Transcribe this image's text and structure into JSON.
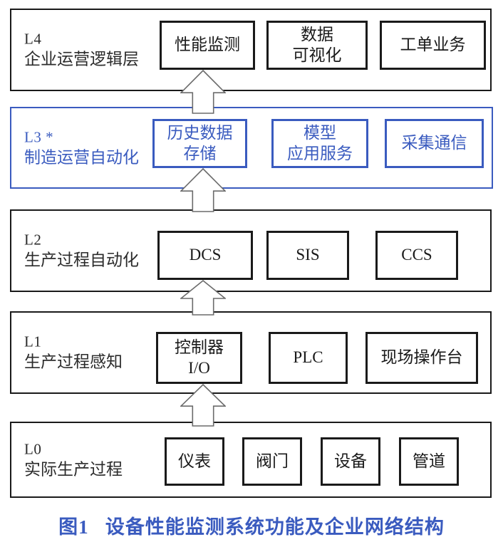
{
  "figure": {
    "caption": "图1   设备性能监测系统功能及企业网络结构",
    "accent_color": "#3a5bbf",
    "line_color": "#1a1a1a",
    "background": "#ffffff"
  },
  "layers": [
    {
      "code": "L4",
      "name": "企业运营逻辑层",
      "accent": false,
      "nodes": [
        {
          "label": "性能监测"
        },
        {
          "label": "数据\n可视化"
        },
        {
          "label": "工单业务"
        }
      ]
    },
    {
      "code": "L3 *",
      "name": "制造运营自动化",
      "accent": true,
      "nodes": [
        {
          "label": "历史数据\n存储"
        },
        {
          "label": "模型\n应用服务"
        },
        {
          "label": "采集通信"
        }
      ]
    },
    {
      "code": "L2",
      "name": "生产过程自动化",
      "accent": false,
      "nodes": [
        {
          "label": "DCS"
        },
        {
          "label": "SIS"
        },
        {
          "label": "CCS"
        }
      ]
    },
    {
      "code": "L1",
      "name": "生产过程感知",
      "accent": false,
      "nodes": [
        {
          "label": "控制器\nI/O"
        },
        {
          "label": "PLC"
        },
        {
          "label": "现场操作台"
        }
      ]
    },
    {
      "code": "L0",
      "name": "实际生产过程",
      "accent": false,
      "nodes": [
        {
          "label": "仪表"
        },
        {
          "label": "阀门"
        },
        {
          "label": "设备"
        },
        {
          "label": "管道"
        }
      ]
    }
  ],
  "connectors": [
    {
      "name": "arrow-l3-to-l4",
      "direction": "up"
    },
    {
      "name": "arrow-l2-to-l3",
      "direction": "up"
    },
    {
      "name": "arrow-l1-to-l2",
      "direction": "up"
    },
    {
      "name": "arrow-l0-to-l1",
      "direction": "up"
    }
  ]
}
